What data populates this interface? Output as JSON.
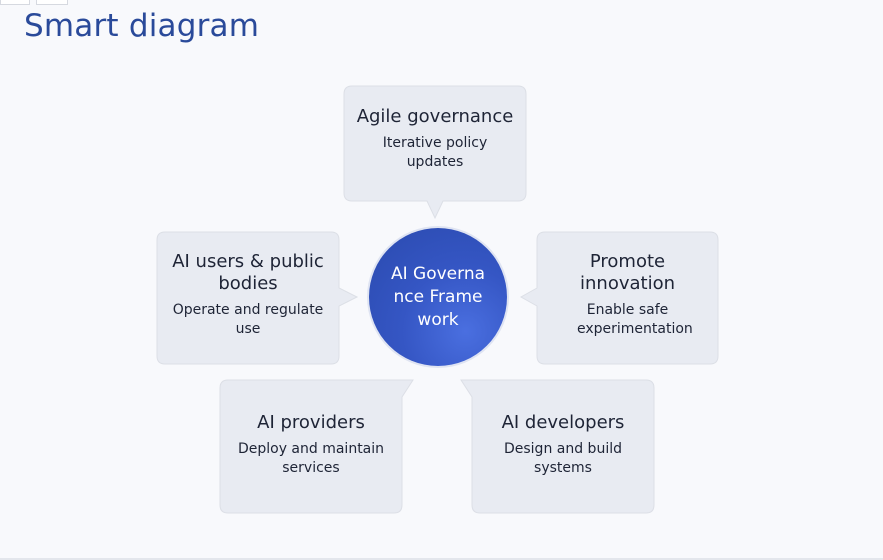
{
  "page": {
    "title": "Smart diagram"
  },
  "diagram": {
    "center": {
      "label": "AI Governance Framework",
      "fill": "#3556c4"
    },
    "bubble_fill": "#e8ebf2",
    "bubble_stroke": "#dcdfe6",
    "nodes": [
      {
        "id": "top",
        "title": "Agile governance",
        "desc": "Iterative policy updates"
      },
      {
        "id": "right",
        "title": "Promote innovation",
        "desc": "Enable safe experimentation"
      },
      {
        "id": "bottom-right",
        "title": "AI developers",
        "desc": "Design and build systems"
      },
      {
        "id": "bottom-left",
        "title": "AI providers",
        "desc": "Deploy and maintain services"
      },
      {
        "id": "left",
        "title": "AI users & public bodies",
        "desc": "Operate and regulate use"
      }
    ]
  }
}
